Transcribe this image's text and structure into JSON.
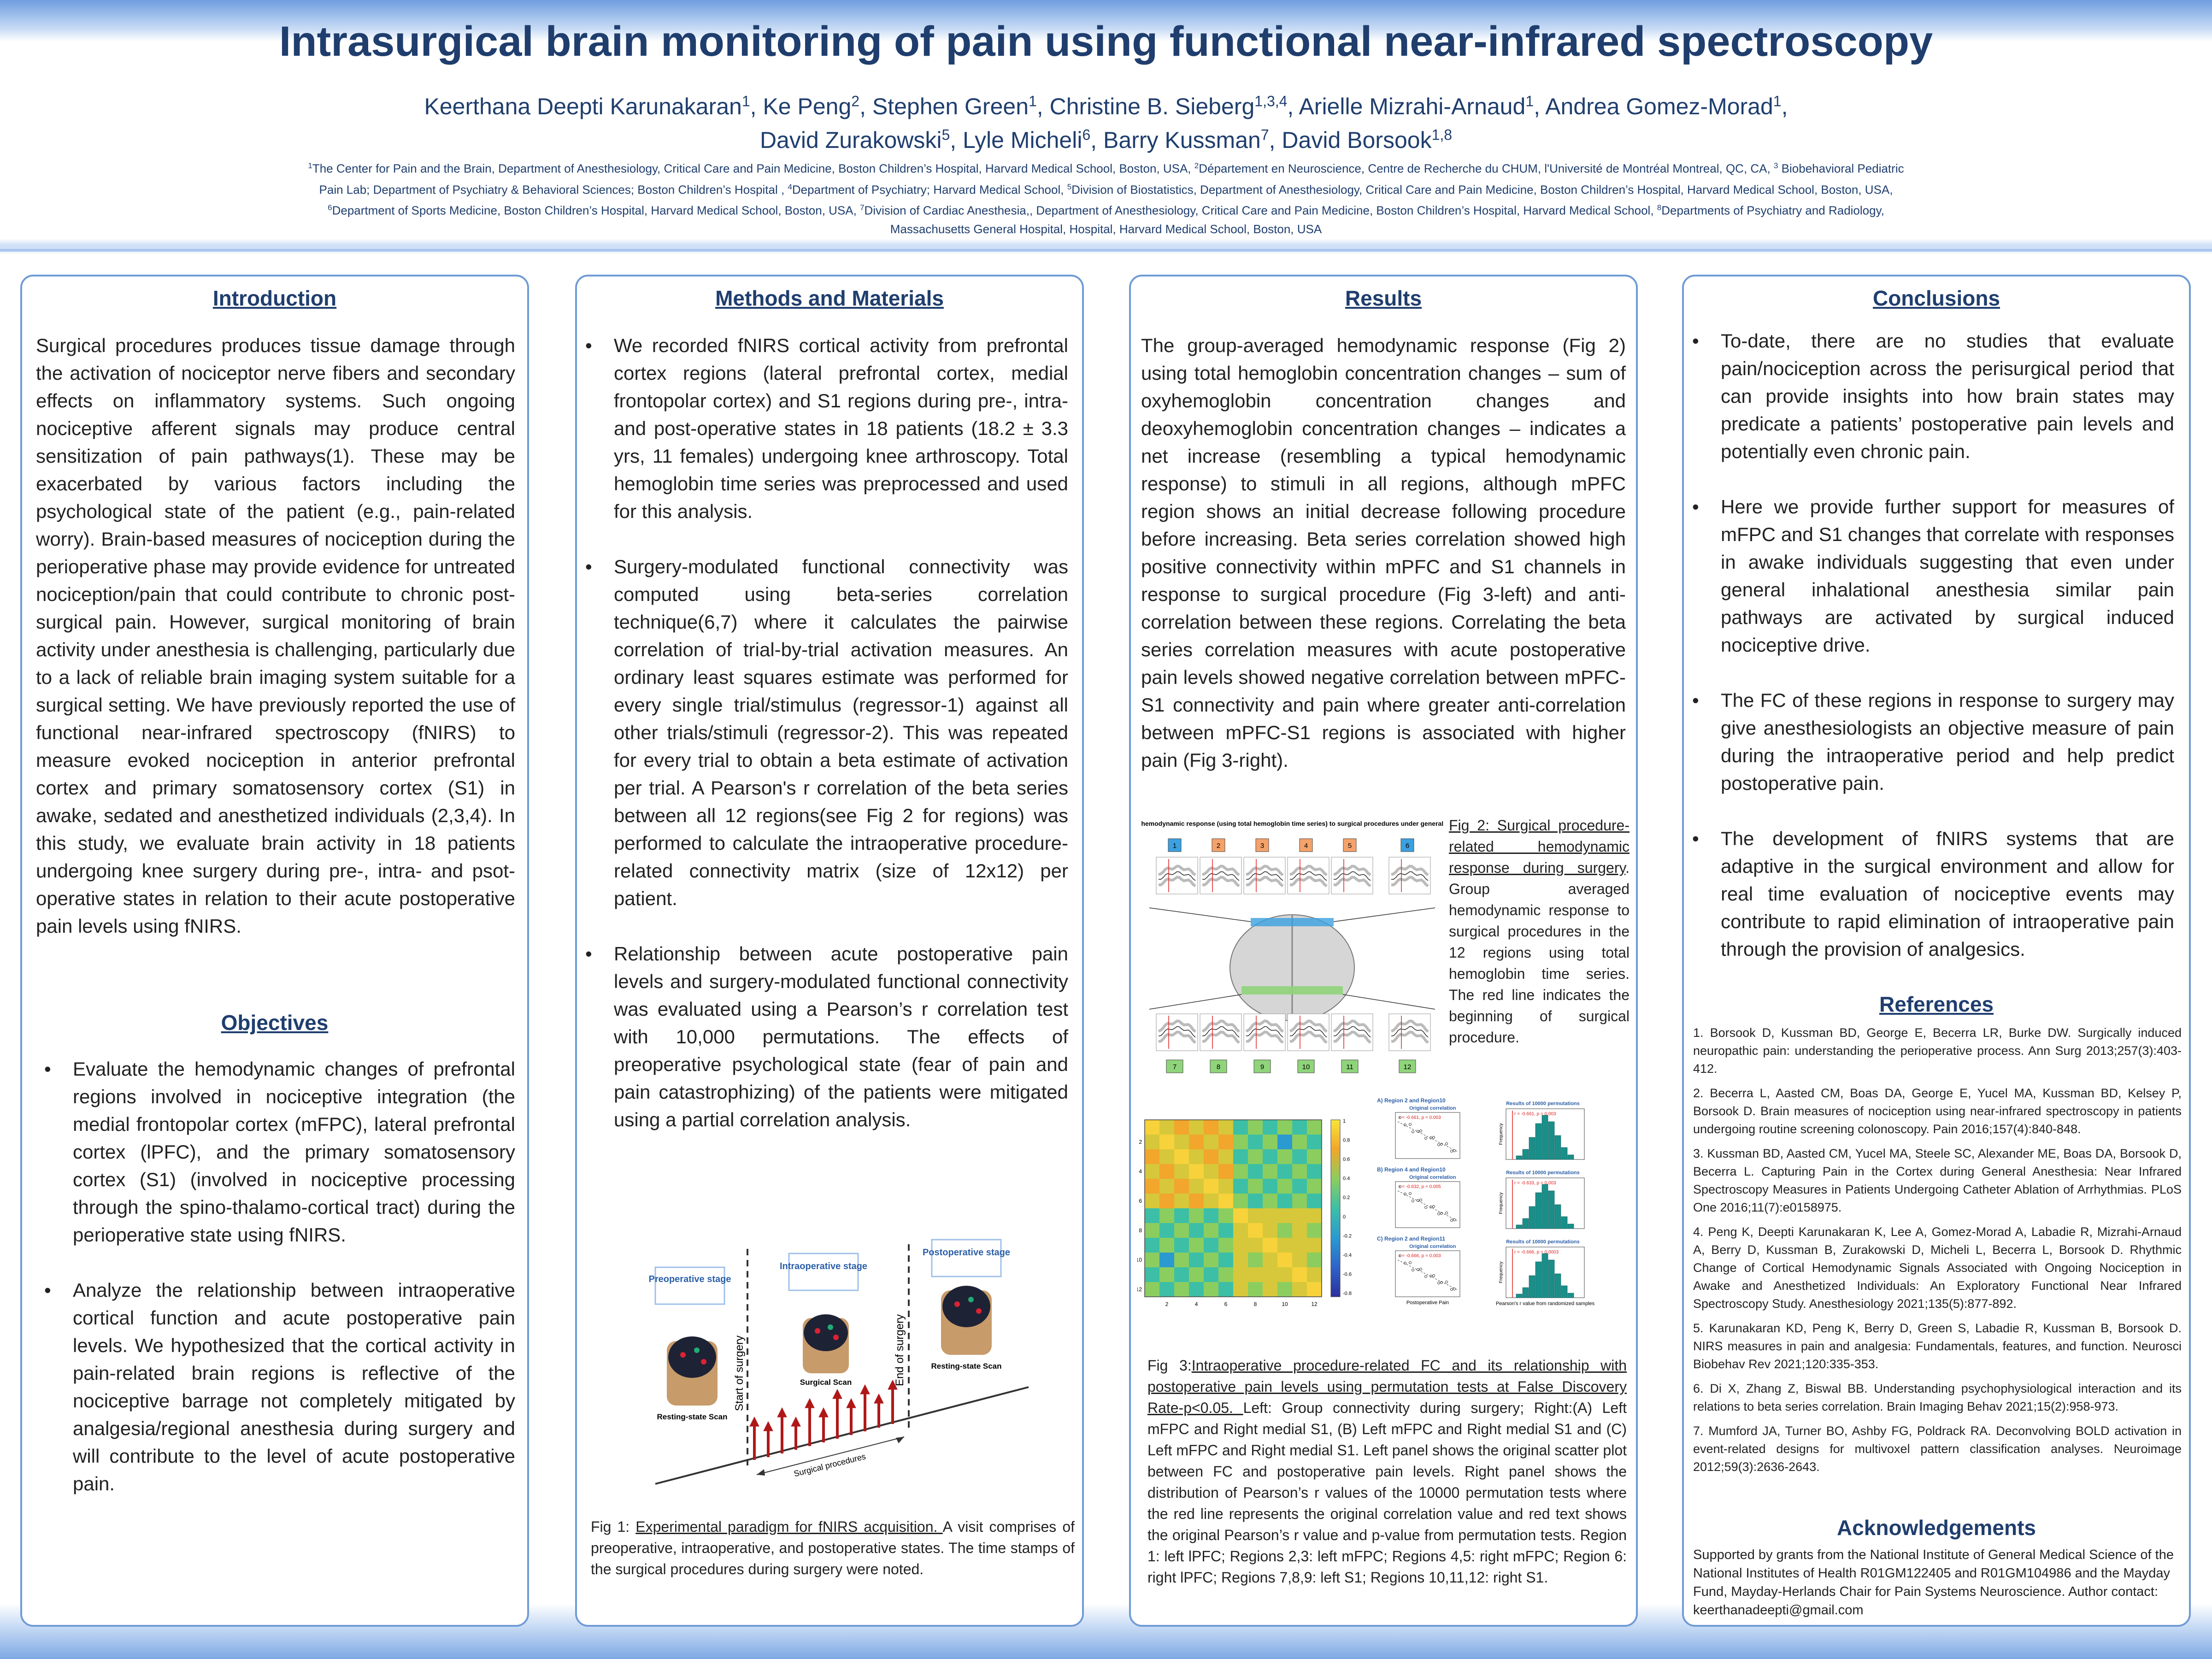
{
  "header": {
    "title": "Intrasurgical brain monitoring of pain using functional near-infrared spectroscopy",
    "authors_line1": [
      {
        "name": "Keerthana Deepti Karunakaran",
        "sup": "1"
      },
      {
        "name": "Ke Peng",
        "sup": "2"
      },
      {
        "name": "Stephen Green",
        "sup": "1"
      },
      {
        "name": "Christine B. Sieberg",
        "sup": "1,3,4"
      },
      {
        "name": "Arielle Mizrahi-Arnaud",
        "sup": "1"
      },
      {
        "name": "Andrea Gomez-Morad",
        "sup": "1"
      }
    ],
    "authors_line2": [
      {
        "name": "David Zurakowski",
        "sup": "5"
      },
      {
        "name": "Lyle Micheli",
        "sup": "6"
      },
      {
        "name": "Barry Kussman",
        "sup": "7"
      },
      {
        "name": "David Borsook",
        "sup": "1,8"
      }
    ],
    "affiliations": [
      {
        "sup": "1",
        "text": "The Center for Pain and the Brain, Department of Anesthesiology, Critical Care and Pain Medicine, Boston Children’s Hospital, Harvard Medical School, Boston, USA, "
      },
      {
        "sup": "2",
        "text": "Département en Neuroscience, Centre de Recherche du CHUM, l'Université de Montréal Montreal, QC, CA, "
      },
      {
        "sup": "3",
        "text": " Biobehavioral Pediatric Pain Lab; Department of Psychiatry & Behavioral Sciences; Boston Children’s Hospital , "
      },
      {
        "sup": "4",
        "text": "Department of Psychiatry; Harvard Medical School, "
      },
      {
        "sup": "5",
        "text": "Division of Biostatistics, Department of Anesthesiology, Critical Care and Pain Medicine, Boston Children’s Hospital, Harvard Medical School, Boston, USA, "
      },
      {
        "sup": "6",
        "text": "Department of Sports Medicine, Boston Children’s Hospital, Harvard Medical School, Boston, USA, "
      },
      {
        "sup": "7",
        "text": "Division of Cardiac Anesthesia,, Department of Anesthesiology, Critical Care and Pain Medicine, Boston Children’s Hospital, Harvard Medical School, "
      },
      {
        "sup": "8",
        "text": "Departments of Psychiatry and Radiology, Massachusetts General Hospital, Hospital, Harvard Medical School, Boston, USA"
      }
    ]
  },
  "introduction": {
    "heading": "Introduction",
    "text": "Surgical procedures produces tissue damage through the activation of nociceptor nerve fibers and secondary effects on inflammatory systems. Such ongoing nociceptive afferent signals may produce central sensitization of pain pathways(1). These may be exacerbated by various factors including the psychological state of the patient (e.g., pain-related worry). Brain-based measures of nociception during the perioperative phase may provide evidence for untreated nociception/pain that could contribute to chronic post-surgical pain. However, surgical monitoring of brain activity under anesthesia is challenging, particularly due to a lack of reliable brain imaging system suitable for a surgical setting.  We have previously reported the use of functional near-infrared spectroscopy (fNIRS) to measure evoked nociception in anterior prefrontal cortex and primary somatosensory cortex (S1) in awake, sedated and anesthetized individuals (2,3,4). In this study, we evaluate brain activity in 18 patients undergoing knee surgery during pre-, intra- and psot-operative states in relation to their acute postoperative pain levels using fNIRS."
  },
  "objectives": {
    "heading": "Objectives",
    "items": [
      "Evaluate the hemodynamic changes of prefrontal regions involved in nociceptive integration (the medial frontopolar cortex (mFPC), lateral prefrontal cortex (lPFC), and the primary somatosensory cortex (S1) (involved in nociceptive processing through the spino-thalamo-cortical tract) during the perioperative state using fNIRS.",
      "Analyze the relationship between intraoperative cortical function and acute postoperative pain levels. We hypothesized that the cortical activity in pain-related brain regions is reflective of the nociceptive barrage not completely mitigated by analgesia/regional anesthesia during surgery and will contribute to the level of acute postoperative pain."
    ]
  },
  "methods": {
    "heading": "Methods and Materials",
    "items": [
      "We recorded fNIRS cortical activity from prefrontal cortex regions (lateral prefrontal cortex, medial frontopolar cortex) and S1 regions during pre-, intra- and post-operative states in 18 patients (18.2 ± 3.3 yrs, 11 females) undergoing knee arthroscopy. Total hemoglobin time series was preprocessed and used for this analysis.",
      "Surgery-modulated functional connectivity was computed using beta-series correlation technique(6,7) where it calculates the pairwise correlation of trial-by-trial activation measures. An ordinary least squares estimate was performed for every single trial/stimulus (regressor-1) against all other trials/stimuli (regressor-2). This was repeated for every trial to obtain a beta estimate of activation per trial. A Pearson's r correlation of the beta series between all 12 regions(see Fig 2 for regions) was performed to calculate the intraoperative procedure-related connectivity matrix (size of 12x12) per patient.",
      "Relationship between acute postoperative pain levels and surgery-modulated functional connectivity was evaluated using a Pearson’s r correlation test with 10,000 permutations. The effects of preoperative psychological state (fear of pain and pain catastrophizing) of the patients were mitigated using a partial correlation analysis."
    ],
    "fig1": {
      "stage_pre": "Preoperative stage",
      "stage_intra": "Intraoperative stage",
      "stage_post": "Postoperative stage",
      "start": "Start of surgery",
      "end": "End of surgery",
      "scan_left": "Resting-state Scan",
      "scan_mid": "Surgical Scan",
      "scan_right": "Resting-state Scan",
      "procedures": "Surgical procedures"
    },
    "fig1_caption_label": "Fig 1: ",
    "fig1_caption_title": "Experimental paradigm for fNIRS acquisition. ",
    "fig1_caption_text": "A visit comprises of preoperative, intraoperative, and postoperative states. The time stamps of the surgical procedures during surgery were noted."
  },
  "results": {
    "heading": "Results",
    "text": "The group-averaged hemodynamic response (Fig 2) using total hemoglobin concentration changes – sum of oxyhemoglobin concentration changes and deoxyhemoglobin concentration changes – indicates a net increase (resembling a typical hemodynamic response) to stimuli in all regions, although mPFC region shows an initial decrease following procedure before increasing. Beta series correlation showed high positive connectivity within mPFC and S1 channels in response to surgical procedure (Fig 3-left) and anti-correlation between these regions. Correlating the beta series correlation measures with acute postoperative pain levels showed negative correlation between mPFC-S1 connectivity and pain where greater anti-correlation between mPFC-S1 regions is associated with higher pain (Fig 3-right).",
    "fig2": {
      "title": "B) Average hemodynamic response (using total hemoglobin time series) to surgical procedures under general anesthesia",
      "top_regions": [
        "1",
        "2",
        "3",
        "4",
        "5",
        "6"
      ],
      "bottom_regions": [
        "7",
        "8",
        "9",
        "10",
        "11",
        "12"
      ]
    },
    "fig2_caption_label": "Fig 2: Surgical procedure-related hemodynamic response during surgery",
    "fig2_caption_text": ". Group averaged hemodynamic response to surgical procedures in the 12 regions using total hemoglobin time series. The red line indicates the beginning of surgical procedure.",
    "fig3": {
      "colorbar_ticks": [
        "1",
        "0.8",
        "0.6",
        "0.4",
        "0.2",
        "0",
        "-0.2",
        "-0.4",
        "-0.6",
        "-0.8"
      ],
      "matrix_ticks": [
        "2",
        "4",
        "6",
        "8",
        "10",
        "12"
      ],
      "scatter_titles": [
        "A) Region 2 and Region10",
        "B) Region 4 and Region10",
        "C) Region 2 and Region11"
      ],
      "scatter_subtitle": "Original correlation",
      "scatter_stats": [
        "r = -0.661, p = 0.003",
        "r = -0.632, p = 0.005",
        "r = -0.666, p = 0.003"
      ],
      "hist_title": "Results of 10000 permutations",
      "hist_stats": [
        "r = -0.661, p = 0.003",
        "r = -0.633, p = 0.003",
        "r = -0.666, p = 0.0003"
      ],
      "xlabel_scatter": "Postoperative Pain",
      "xlabel_hist": "Pearson's r value from randomized samples",
      "ylabel_hist": "Frequency"
    },
    "fig3_caption_label": "Fig 3:",
    "fig3_caption_title": "Intraoperative procedure-related FC and its relationship with postoperative pain levels using permutation tests at False Discovery Rate-p<0.05. ",
    "fig3_caption_text": "Left: Group connectivity during surgery; Right:(A) Left mFPC and Right medial S1, (B) Left mFPC and Right medial S1 and (C) Left mFPC and Right medial S1. Left panel shows the original scatter plot between FC and postoperative pain levels. Right panel shows the distribution of Pearson’s r values of the 10000 permutation tests where the red line represents the original correlation value and red text shows the original Pearson’s r value and p-value from permutation tests. Region 1: left lPFC; Regions 2,3: left mFPC; Regions 4,5: right mFPC; Region 6: right lPFC; Regions 7,8,9: left S1; Regions 10,11,12: right S1."
  },
  "conclusions": {
    "heading": "Conclusions",
    "items": [
      "To-date, there are no studies that evaluate pain/nociception across the perisurgical period that can provide insights into how brain states may predicate a patients’ postoperative pain levels and potentially even chronic pain.",
      "Here we provide further support for measures of mFPC and S1 changes that correlate with responses in awake individuals suggesting that even under general inhalational anesthesia similar pain pathways are activated by surgical induced nociceptive drive.",
      "The FC of these regions in response to surgery may give anesthesiologists an objective measure of pain during the intraoperative period and help predict postoperative pain.",
      "The development of fNIRS systems that are adaptive in the surgical environment and allow for real time evaluation of nociceptive events may contribute to rapid elimination of intraoperative pain through the provision of analgesics."
    ]
  },
  "references": {
    "heading": "References",
    "items": [
      "1. Borsook D, Kussman BD, George E, Becerra LR, Burke DW. Surgically induced neuropathic pain: understanding the perioperative process. Ann Surg 2013;257(3):403-412.",
      "2. Becerra L, Aasted CM, Boas DA, George E, Yucel MA, Kussman BD, Kelsey P, Borsook D. Brain measures of nociception using near-infrared spectroscopy in patients undergoing routine screening colonoscopy. Pain 2016;157(4):840-848.",
      "3. Kussman BD, Aasted CM, Yucel MA, Steele SC, Alexander ME, Boas DA, Borsook D, Becerra L. Capturing Pain in the Cortex during General Anesthesia: Near Infrared Spectroscopy Measures in Patients Undergoing Catheter Ablation of Arrhythmias. PLoS One 2016;11(7):e0158975.",
      "4. Peng K, Deepti Karunakaran K, Lee A, Gomez-Morad A, Labadie R, Mizrahi-Arnaud A, Berry D, Kussman B, Zurakowski D, Micheli L, Becerra L, Borsook D. Rhythmic Change of Cortical Hemodynamic Signals Associated with Ongoing Nociception in Awake and Anesthetized Individuals: An Exploratory Functional Near Infrared Spectroscopy Study. Anesthesiology 2021;135(5):877-892.",
      "5. Karunakaran KD, Peng K, Berry D, Green S, Labadie R, Kussman B, Borsook D. NIRS measures in pain and analgesia: Fundamentals, features, and function. Neurosci Biobehav Rev 2021;120:335-353.",
      "6. Di X, Zhang Z, Biswal BB. Understanding psychophysiological interaction and its relations to beta series correlation. Brain Imaging Behav 2021;15(2):958-973.",
      "7. Mumford JA, Turner BO, Ashby FG, Poldrack RA. Deconvolving BOLD activation in event-related designs for multivoxel pattern classification analyses. Neuroimage 2012;59(3):2636-2643."
    ]
  },
  "acknowledgements": {
    "heading": "Acknowledgements",
    "text": "Supported by grants from the National Institute of General Medical Science of the National Institutes of Health R01GM122405 and R01GM104986 and the Mayday Fund,  Mayday-Herlands Chair for Pain Systems Neuroscience. Author contact: keerthanadeepti@gmail.com"
  },
  "colors": {
    "heading": "#1f3e6e",
    "panel_border": "#6f9bd6",
    "region_top": "#3ba0e0",
    "region_top_alt": "#f4a26a",
    "region_bottom": "#8fd47a",
    "hist_bar": "#1a8f8a",
    "stat_red": "#e02020"
  }
}
